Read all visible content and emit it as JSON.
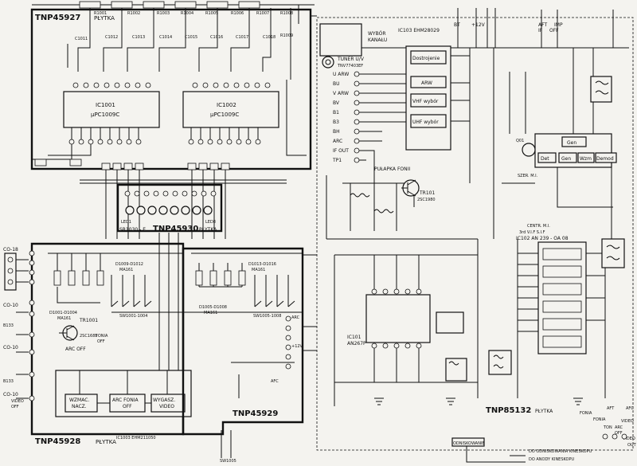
{
  "boards": {
    "tnp45927": "TNP45927",
    "tnp45930": "TNP45930",
    "tnp45928": "TNP45928",
    "tnp45929": "TNP45929",
    "tnp85132": "TNP85132",
    "plytka": "PŁYTKA"
  },
  "ics": {
    "ic1001": [
      "IC1001",
      "µPC1009C"
    ],
    "ic1002": [
      "IC1002",
      "µPC1009C"
    ],
    "ic103": "IC103  EHM28029",
    "ic102": "IC102    AN 239 - OA 08",
    "ic101": [
      "IC101",
      "AN267P"
    ],
    "ic1003": "IC1003       EHM211050",
    "sr1030": "SR1030 - E"
  },
  "tuner": {
    "name": "TUNER U/V",
    "part": "TNV77403EF",
    "wybor": [
      "WYBÓR",
      "KANAŁU"
    ],
    "inputs": [
      "U ARW",
      "BU",
      "V ARW",
      "BV",
      "B1",
      "B3",
      "BH",
      "ARC",
      "IF OUT",
      "TP1"
    ],
    "blocks": [
      "Dostrojenie",
      "ARW",
      "VHF wybór",
      "UHF wybór"
    ]
  },
  "if_blocks": [
    "Gen",
    "Det",
    "Gen",
    "Wzm",
    "Demod"
  ],
  "if_header": "3rd  V.I.F  S.I.F",
  "sound_blocks": [
    [
      "WZMAC.",
      "NACZ."
    ],
    [
      "ARC FONIA",
      "OFF"
    ],
    [
      "WYGASZ.",
      "VIDEO"
    ]
  ],
  "pulapka": "PUŁAPKA FONII",
  "connectors_left": [
    "CO-18",
    "CO-10",
    "CO-10",
    "CO-10",
    "B133",
    "B133"
  ],
  "left_notes": [
    "FONIA",
    "OFF",
    "ARC  OFF",
    "VIDEO",
    "OFF"
  ],
  "transistors": [
    "TR1001",
    "2SC1685",
    "TR101",
    "2SC1980",
    "Q01"
  ],
  "diode_labels": [
    "D1001-D1004",
    "MA161",
    "D1005-D1008",
    "MA161",
    "D1009-D1012",
    "MA161",
    "D1013-D1016",
    "MA161"
  ],
  "switches": [
    "SW1001-1004",
    "SW1005-1008",
    "SW1005"
  ],
  "leds": [
    "LED1",
    "LED8"
  ],
  "top_components": [
    "R1001",
    "R1002",
    "R1003",
    "R1004",
    "R1005",
    "R1006",
    "R1007",
    "R1008",
    "R1009",
    "C1011",
    "C1012",
    "C1013",
    "C1014",
    "C1015",
    "C1016",
    "C1017",
    "C1018"
  ],
  "right_labels": [
    "BT",
    "+12V",
    "AFT",
    "IMP",
    "IF",
    "OFF",
    "ARC",
    "+12V",
    "AFC",
    "VIDEO",
    "FONIA",
    "FONIA",
    "AFT",
    "TON",
    "ARC",
    "OFF",
    "AFC",
    "VIDEO",
    "OUT"
  ],
  "bottom_notes": [
    "ODNISKOWANIE",
    "DO ODNISKOWANIA KINESKOPU",
    "DO ANODY KINESKOPU"
  ],
  "misc": [
    "SZER. M.I.",
    "CENTR. M.I.",
    "LED",
    "AN"
  ]
}
